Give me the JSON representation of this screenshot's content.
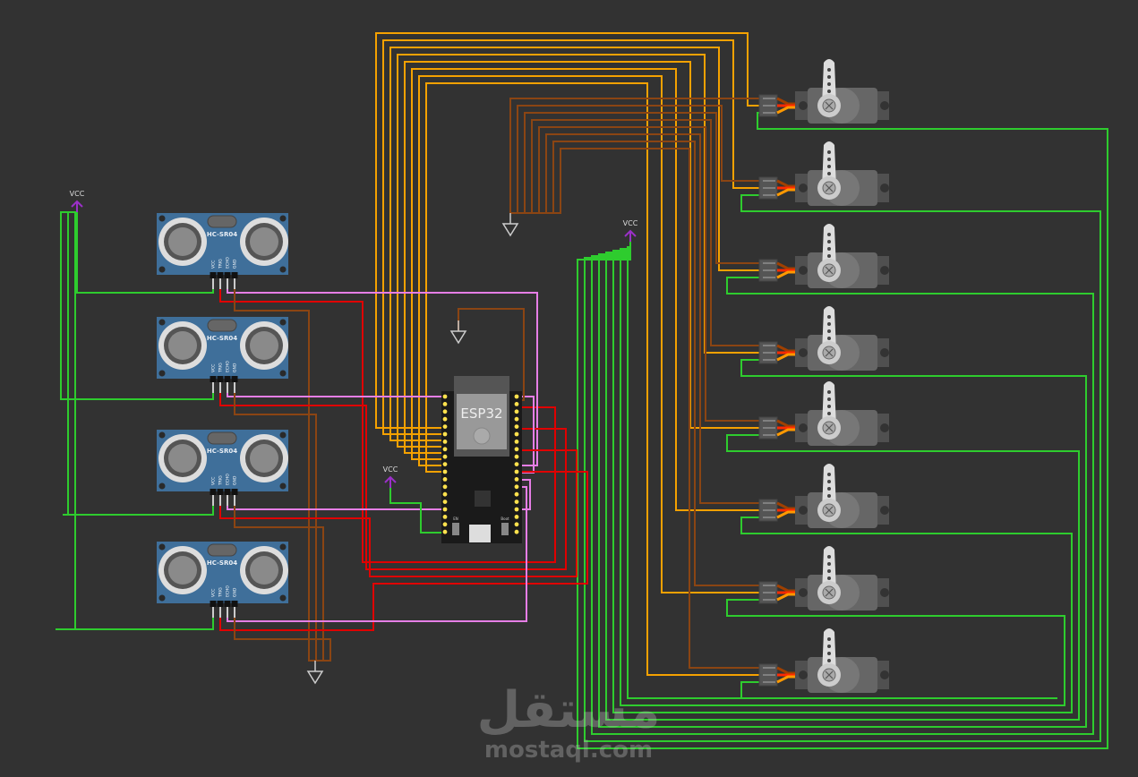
{
  "canvas": {
    "background": "#323232"
  },
  "board": {
    "label": "ESP32",
    "buttons": [
      "EN",
      "Boot"
    ]
  },
  "sensors": [
    {
      "label": "HC-SR04",
      "pins": [
        "VCC",
        "TRIG",
        "ECHO",
        "GND"
      ]
    },
    {
      "label": "HC-SR04",
      "pins": [
        "VCC",
        "TRIG",
        "ECHO",
        "GND"
      ]
    },
    {
      "label": "HC-SR04",
      "pins": [
        "VCC",
        "TRIG",
        "ECHO",
        "GND"
      ]
    },
    {
      "label": "HC-SR04",
      "pins": [
        "VCC",
        "TRIG",
        "ECHO",
        "GND"
      ]
    }
  ],
  "servo_count": 8,
  "power": {
    "vcc_labels": [
      "VCC",
      "VCC",
      "VCC"
    ]
  },
  "wire_colors": {
    "signal": "#f5a100",
    "ground": "#8b4513",
    "vcc": "#2ecc2e",
    "trig": "#e00000",
    "echo": "#e67ee6"
  },
  "watermark": {
    "arabic": "مستقل",
    "latin": "mostaql.com"
  }
}
